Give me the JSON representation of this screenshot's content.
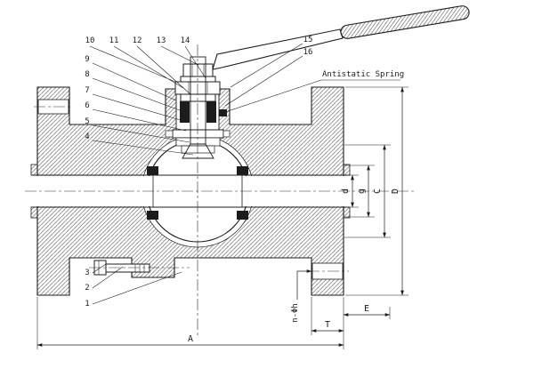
{
  "colors": {
    "ink": "#1c1c1c",
    "paper": "#ffffff"
  },
  "callout": {
    "antistatic_spring": "Antistatic Spring"
  },
  "parts": {
    "n1": "1",
    "n2": "2",
    "n3": "3",
    "n4": "4",
    "n5": "5",
    "n6": "6",
    "n7": "7",
    "n8": "8",
    "n9": "9",
    "n10": "10",
    "n11": "11",
    "n12": "12",
    "n13": "13",
    "n14": "14",
    "n15": "15",
    "n16": "16"
  },
  "dims": {
    "A": "A",
    "D": "D",
    "C": "C",
    "g": "g",
    "d": "d",
    "E": "E",
    "T": "T",
    "n_phi_h": "n-Φh"
  }
}
